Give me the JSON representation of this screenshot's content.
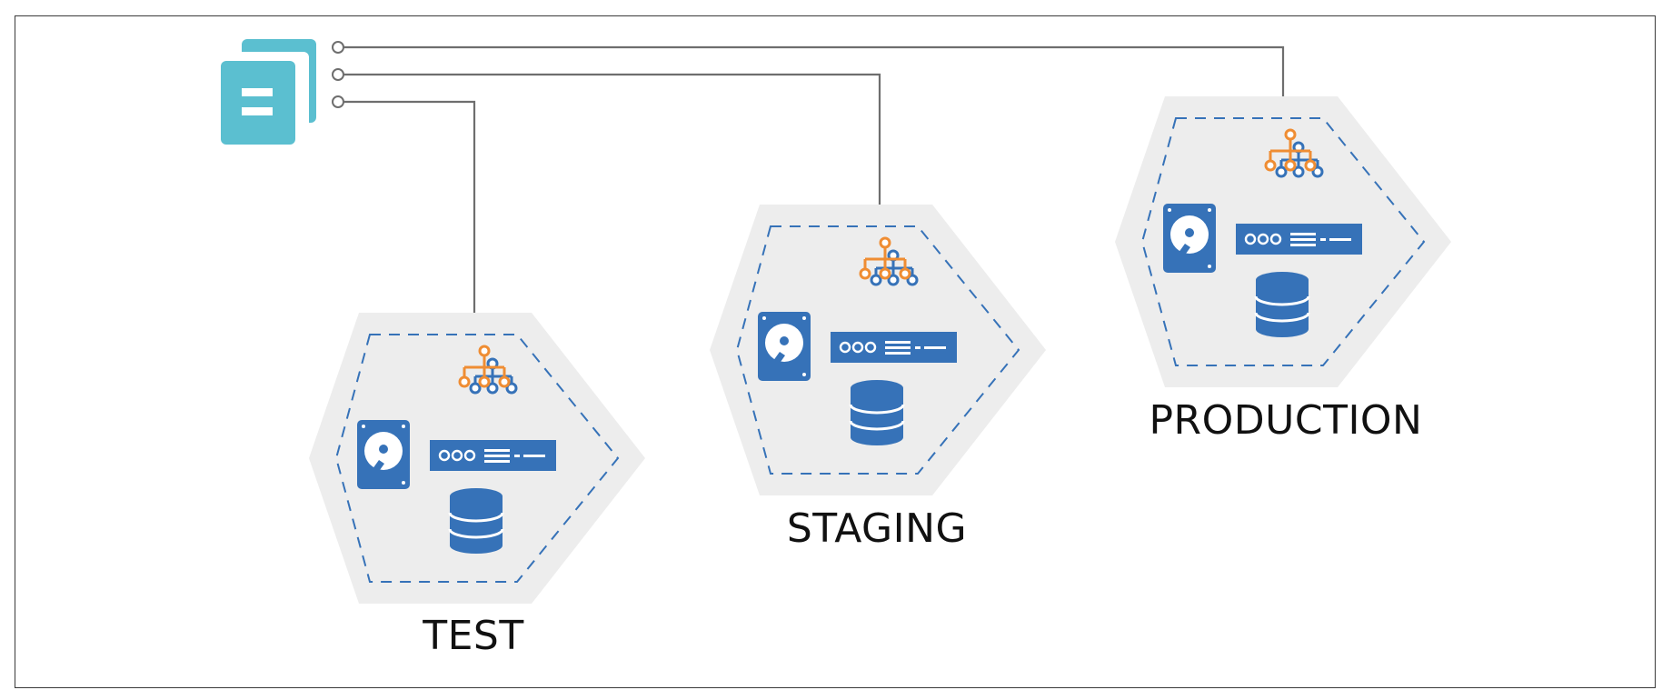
{
  "colors": {
    "frame": "#3a3a3a",
    "source": "#5bbfd0",
    "connector": "#6e6e6e",
    "hexagon": "#ededed",
    "dashed": "#3672b8",
    "blue": "#3672b8",
    "orange": "#ef8d33",
    "label": "#111111"
  },
  "source": {
    "icon": "document-copy-icon",
    "outputs": 3
  },
  "environments": [
    {
      "id": "test",
      "label": "TEST",
      "icons": [
        "hard-disk-icon",
        "server-rack-icon",
        "network-tree-icon",
        "database-icon"
      ]
    },
    {
      "id": "staging",
      "label": "STAGING",
      "icons": [
        "hard-disk-icon",
        "server-rack-icon",
        "network-tree-icon",
        "database-icon"
      ]
    },
    {
      "id": "production",
      "label": "PRODUCTION",
      "icons": [
        "hard-disk-icon",
        "server-rack-icon",
        "network-tree-icon",
        "database-icon"
      ]
    }
  ]
}
